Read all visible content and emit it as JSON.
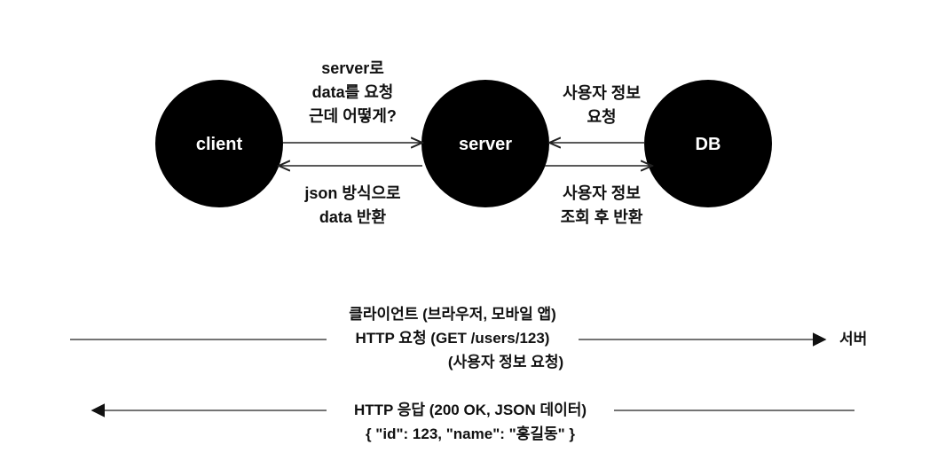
{
  "nodes": {
    "client": "client",
    "server": "server",
    "db": "DB"
  },
  "edges": {
    "client_to_server": [
      "server로",
      "data를 요청",
      "근데 어떻게?"
    ],
    "server_to_client": [
      "json 방식으로",
      "data 반환"
    ],
    "server_to_db": [
      "사용자 정보",
      "요청"
    ],
    "db_to_server": [
      "사용자 정보",
      "조회 후 반환"
    ]
  },
  "flow": {
    "request": {
      "line1": "클라이언트 (브라우저, 모바일 앱)",
      "line2": "HTTP 요청 (GET /users/123)",
      "line3": "(사용자 정보 요청)",
      "target": "서버"
    },
    "response": {
      "line1": "HTTP 응답 (200 OK, JSON 데이터)",
      "line2": "{ \"id\": 123, \"name\": \"홍길동\" }"
    }
  },
  "colors": {
    "node_fill": "#000000",
    "node_text": "#ffffff",
    "line": "#222222"
  }
}
